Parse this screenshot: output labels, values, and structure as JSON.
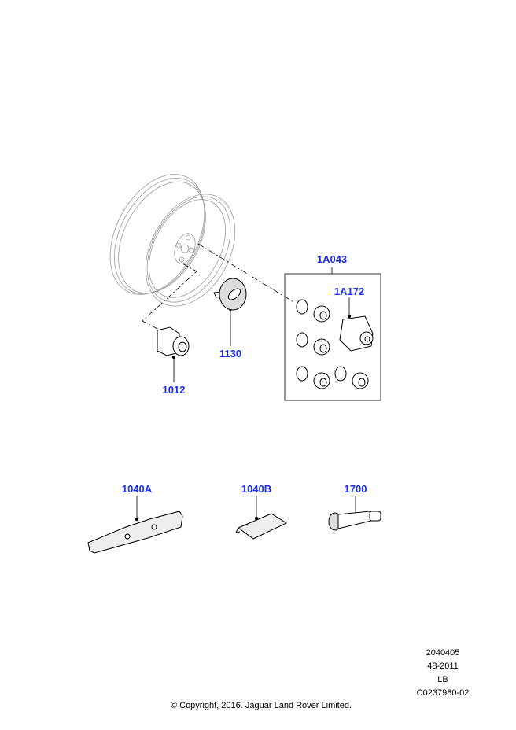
{
  "parts": {
    "p1A043": "1A043",
    "p1A172": "1A172",
    "p1012": "1012",
    "p1130": "1130",
    "p1040A": "1040A",
    "p1040B": "1040B",
    "p1700": "1700"
  },
  "footer": {
    "code1": "2040405",
    "code2": "48-2011",
    "code3": "LB",
    "code4": "C0237980-02",
    "copyright": "© Copyright, 2016. Jaguar Land Rover Limited."
  },
  "colors": {
    "label": "#1a2cf0",
    "line": "#000000",
    "wheel": "#9a9a9a"
  }
}
